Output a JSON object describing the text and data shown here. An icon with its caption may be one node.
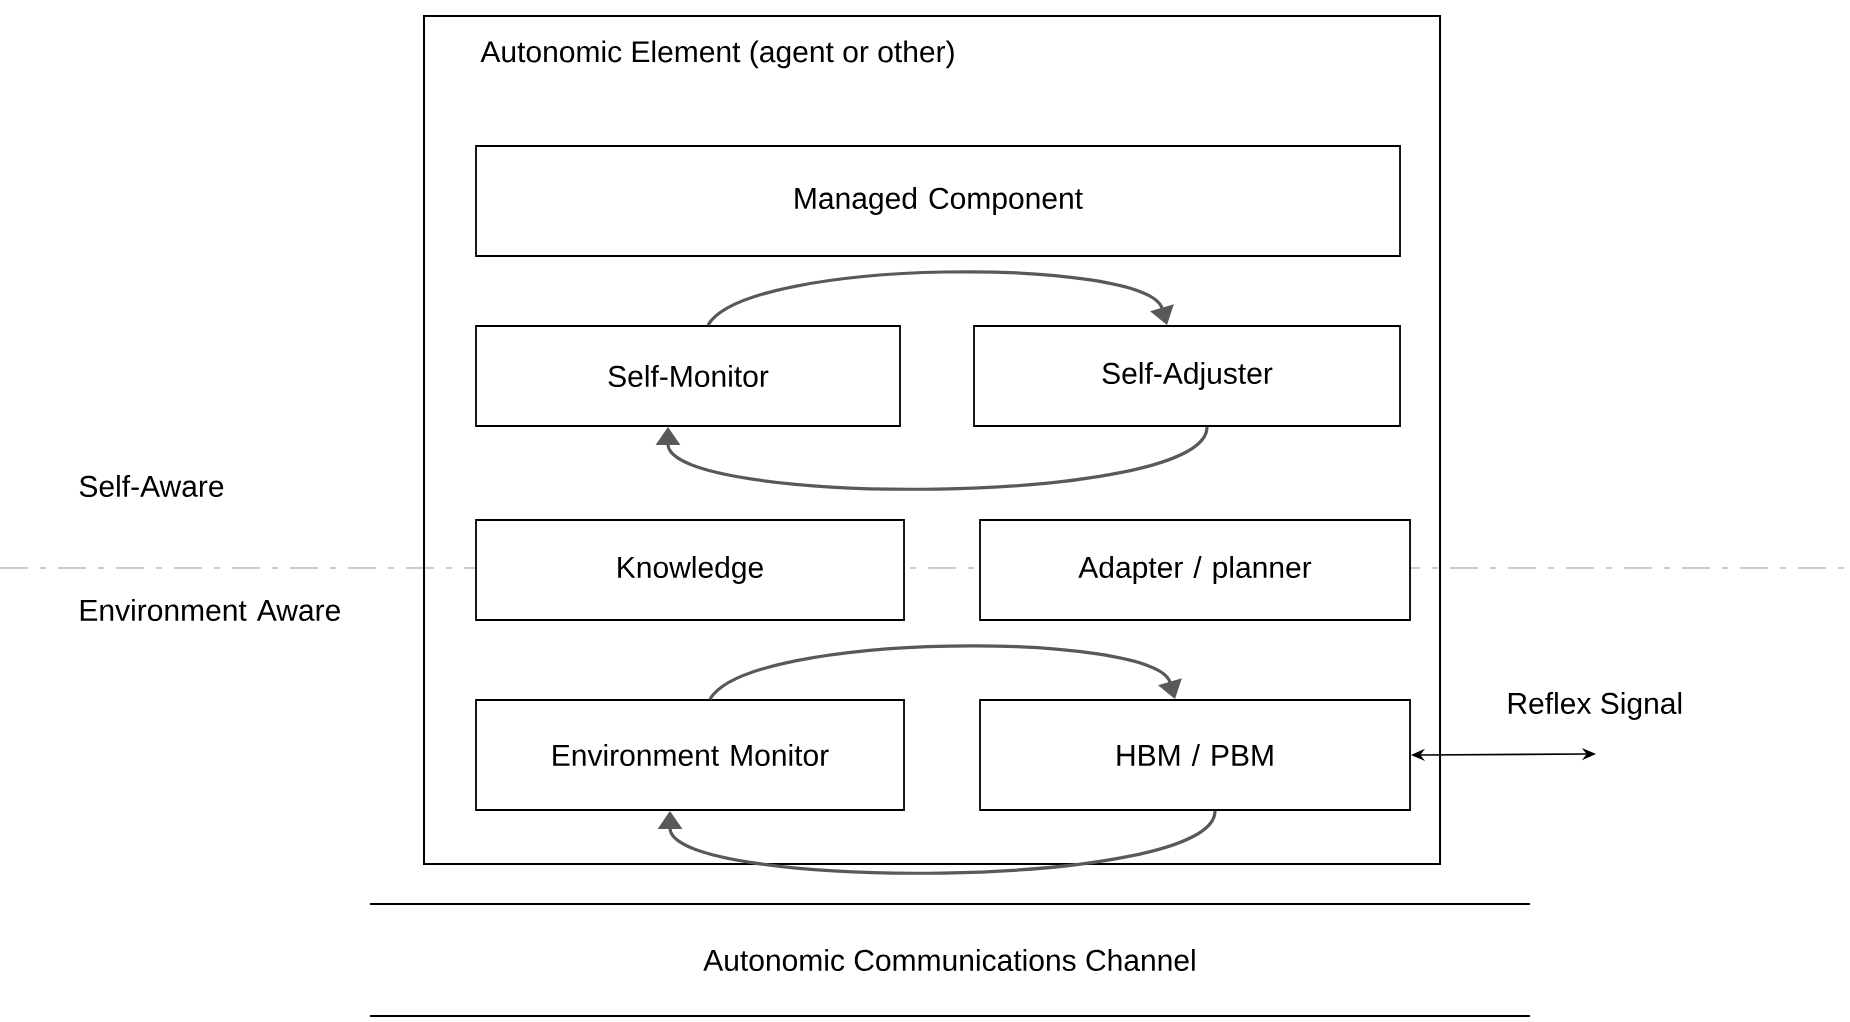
{
  "diagram": {
    "nodes": [
      {
        "text": [
          "Autonomic Element (agent or other)"
        ]
      },
      {
        "text": [
          "Managed Component"
        ],
        "in": 0
      },
      {
        "text": [
          "Self-Monitor"
        ],
        "in": 0
      },
      {
        "text": [
          "Self-Adjuster"
        ],
        "in": 0
      },
      {
        "text": [
          "Knowledge"
        ],
        "in": 0
      },
      {
        "text": [
          "Adapter / planner"
        ],
        "in": 0
      },
      {
        "text": [
          "Environment Monitor"
        ],
        "in": 0
      },
      {
        "text": [
          "HBM / PBM"
        ],
        "in": 0
      },
      {
        "text": [
          "Autonomic Communications Channel"
        ]
      }
    ],
    "edges": [
      {
        "from": 2,
        "to": 3,
        "arrow": "to"
      },
      {
        "from": 3,
        "to": 2,
        "arrow": "to"
      },
      {
        "from": 6,
        "to": 7,
        "arrow": "to"
      },
      {
        "from": 7,
        "to": 6,
        "arrow": "to"
      },
      {
        "from": 7,
        "to": null,
        "arrow": "both",
        "label": "Reflex Signal"
      }
    ],
    "labels": [
      "Self-Aware",
      "Environment Aware"
    ]
  }
}
